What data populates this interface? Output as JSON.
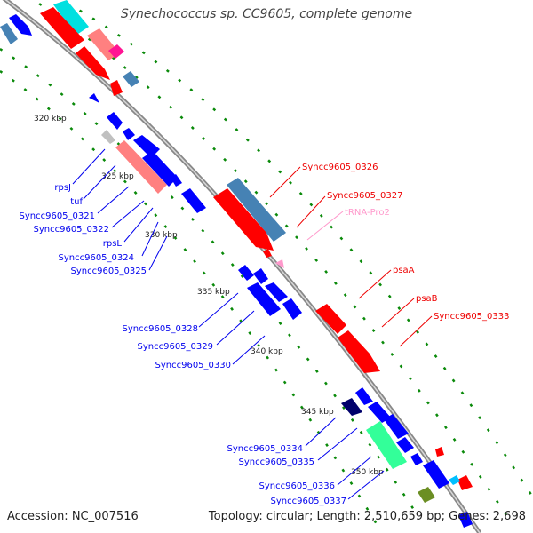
{
  "header": {
    "title": "Synechococcus sp. CC9605, complete genome"
  },
  "footer": {
    "accession": "Accession: NC_007516",
    "info": "Topology: circular; Length: 2,510,659 bp; Genes: 2,698"
  },
  "scale_ticks": [
    "320 kbp",
    "325 kbp",
    "330 kbp",
    "335 kbp",
    "340 kbp",
    "345 kbp",
    "350 kbp"
  ],
  "gene_labels_inner": [
    "rpsJ",
    "tuf",
    "Syncc9605_0321",
    "Syncc9605_0322",
    "rpsL",
    "Syncc9605_0324",
    "Syncc9605_0325",
    "Syncc9605_0328",
    "Syncc9605_0329",
    "Syncc9605_0330",
    "Syncc9605_0334",
    "Syncc9605_0335",
    "Syncc9605_0336",
    "Syncc9605_0337"
  ],
  "gene_labels_outer": [
    "Syncc9605_0326",
    "Syncc9605_0327",
    "tRNA-Pro2",
    "psaA",
    "psaB",
    "Syncc9605_0333"
  ],
  "colors": {
    "backbone": "#999999",
    "forward_cds": "#ff0000",
    "reverse_cds": "#0000ff",
    "trna": "#ff99cc",
    "inner_label": "#0000ee",
    "outer_label": "#ee0000",
    "trna_label": "#ff99cc"
  }
}
